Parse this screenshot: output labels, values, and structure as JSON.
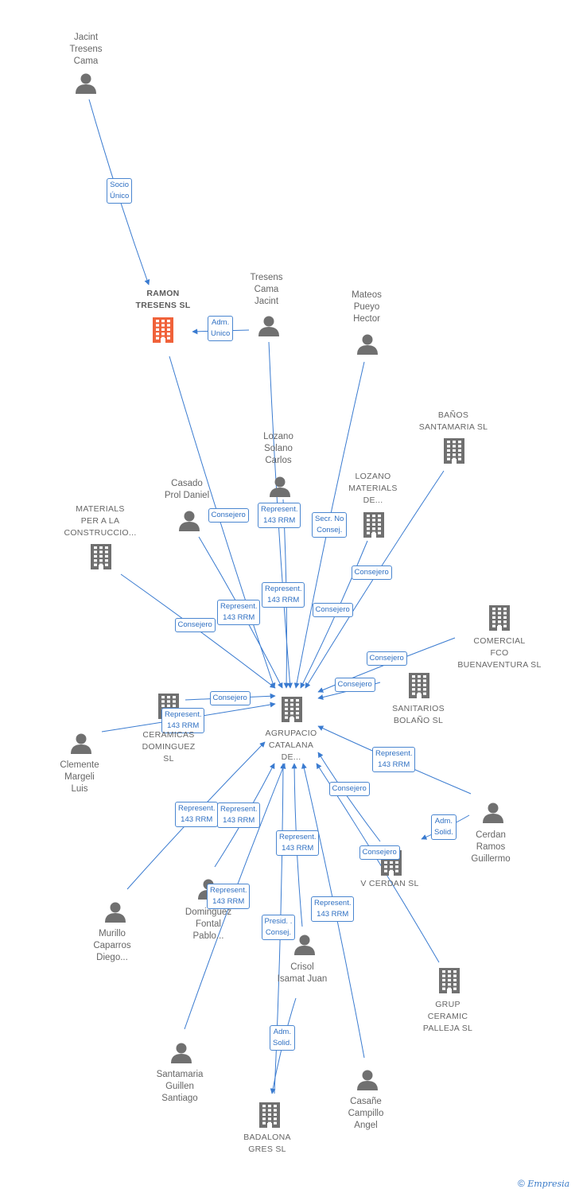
{
  "nodes": {
    "jacint_tresens_cama": {
      "label": "Jacint\nTresens\nCama",
      "kind": "person"
    },
    "ramon_tresens_sl": {
      "label": "RAMON\nTRESENS SL",
      "kind": "company-main"
    },
    "tresens_cama_jacint": {
      "label": "Tresens\nCama\nJacint",
      "kind": "person"
    },
    "mateos_pueyo_hector": {
      "label": "Mateos\nPueyo\nHector",
      "kind": "person"
    },
    "banos_santamaria_sl": {
      "label": "BAÑOS\nSANTAMARIA SL",
      "kind": "company"
    },
    "lozano_solano_carlos": {
      "label": "Lozano\nSolano\nCarlos",
      "kind": "person"
    },
    "casado_prol_daniel": {
      "label": "Casado\nProl Daniel",
      "kind": "person"
    },
    "lozano_materials": {
      "label": "LOZANO\nMATERIALS\nDE...",
      "kind": "company"
    },
    "materials_construccio": {
      "label": "MATERIALS\nPER A LA\nCONSTRUCCIO...",
      "kind": "company"
    },
    "comercial_fco": {
      "label": "COMERCIAL\nFCO\nBUENAVENTURA SL",
      "kind": "company"
    },
    "sanitarios_bolano": {
      "label": "SANITARIOS\nBOLAÑO SL",
      "kind": "company"
    },
    "agrupacio_catalana": {
      "label": "AGRUPACIO\nCATALANA\nDE...",
      "kind": "company"
    },
    "ceramicas_dominguez": {
      "label": "CERAMICAS\nDOMINGUEZ\nSL",
      "kind": "company"
    },
    "clemente_margeli_luis": {
      "label": "Clemente\nMargeli\nLuis",
      "kind": "person"
    },
    "cerdan_ramos_guillermo": {
      "label": "Cerdan\nRamos\nGuillermo",
      "kind": "person"
    },
    "v_cerdan_sl": {
      "label": "V CERDAN SL",
      "kind": "company"
    },
    "murillo_caparros_diego": {
      "label": "Murillo\nCaparros\nDiego...",
      "kind": "person"
    },
    "dominguez_fontal_pablo": {
      "label": "Dominguez\nFontal\nPablo...",
      "kind": "person"
    },
    "crisol_isamat_juan": {
      "label": "Crisol\nIsamat Juan",
      "kind": "person"
    },
    "grup_ceramic_palleja": {
      "label": "GRUP\nCERAMIC\nPALLEJA SL",
      "kind": "company"
    },
    "santamaria_guillen_santiago": {
      "label": "Santamaria\nGuillen\nSantiago",
      "kind": "person"
    },
    "casane_campillo_angel": {
      "label": "Casañe\nCampillo\nAngel",
      "kind": "person"
    },
    "badalona_gres_sl": {
      "label": "BADALONA\nGRES SL",
      "kind": "company"
    }
  },
  "edges": [
    {
      "from": "jacint_tresens_cama",
      "to": "ramon_tresens_sl",
      "label": "Socio\nÚnico"
    },
    {
      "from": "tresens_cama_jacint",
      "to": "ramon_tresens_sl",
      "label": "Adm.\nUnico"
    },
    {
      "from": "ramon_tresens_sl",
      "to": "agrupacio_catalana",
      "label": "Consejero"
    },
    {
      "from": "lozano_solano_carlos",
      "to": "agrupacio_catalana",
      "label": "Represent.\n143 RRM"
    },
    {
      "from": "mateos_pueyo_hector",
      "to": "agrupacio_catalana",
      "label": "Secr. No\nConsej."
    },
    {
      "from": "lozano_materials",
      "to": "agrupacio_catalana",
      "label": "Consejero"
    },
    {
      "from": "tresens_cama_jacint",
      "to": "agrupacio_catalana",
      "label": "Represent.\n143 RRM"
    },
    {
      "from": "casado_prol_daniel",
      "to": "agrupacio_catalana",
      "label": "Represent.\n143 RRM"
    },
    {
      "from": "banos_santamaria_sl",
      "to": "agrupacio_catalana",
      "label": "Consejero"
    },
    {
      "from": "materials_construccio",
      "to": "agrupacio_catalana",
      "label": "Consejero"
    },
    {
      "from": "comercial_fco",
      "to": "agrupacio_catalana",
      "label": "Consejero"
    },
    {
      "from": "sanitarios_bolano",
      "to": "agrupacio_catalana",
      "label": "Consejero"
    },
    {
      "from": "ceramicas_dominguez",
      "to": "agrupacio_catalana",
      "label": "Consejero"
    },
    {
      "from": "clemente_margeli_luis",
      "to": "agrupacio_catalana",
      "label": "Represent.\n143 RRM"
    },
    {
      "from": "cerdan_ramos_guillermo",
      "to": "agrupacio_catalana",
      "label": "Represent.\n143 RRM"
    },
    {
      "from": "cerdan_ramos_guillermo",
      "to": "v_cerdan_sl",
      "label": "Adm.\nSolid."
    },
    {
      "from": "v_cerdan_sl",
      "to": "agrupacio_catalana",
      "label": "Consejero"
    },
    {
      "from": "grup_ceramic_palleja",
      "to": "agrupacio_catalana",
      "label": "Consejero"
    },
    {
      "from": "murillo_caparros_diego",
      "to": "agrupacio_catalana",
      "label": "Represent.\n143 RRM"
    },
    {
      "from": "dominguez_fontal_pablo",
      "to": "agrupacio_catalana",
      "label": "Represent.\n143 RRM"
    },
    {
      "from": "santamaria_guillen_santiago",
      "to": "agrupacio_catalana",
      "label": "Represent.\n143 RRM"
    },
    {
      "from": "badalona_gres_sl",
      "to": "agrupacio_catalana",
      "label": "Represent.\n143 RRM"
    },
    {
      "from": "crisol_isamat_juan",
      "to": "agrupacio_catalana",
      "label": "Presid. .\nConsej."
    },
    {
      "from": "casane_campillo_angel",
      "to": "agrupacio_catalana",
      "label": "Represent.\n143 RRM"
    },
    {
      "from": "crisol_isamat_juan",
      "to": "badalona_gres_sl",
      "label": "Adm.\nSolid."
    }
  ],
  "colors": {
    "edge": "#3a7bd0",
    "edge_label_text": "#2e6fc2",
    "node_icon": "#707070",
    "highlight_company": "#f0623a",
    "node_text": "#666666"
  },
  "footer": {
    "copyright_symbol": "©",
    "brand": "Empresia"
  }
}
